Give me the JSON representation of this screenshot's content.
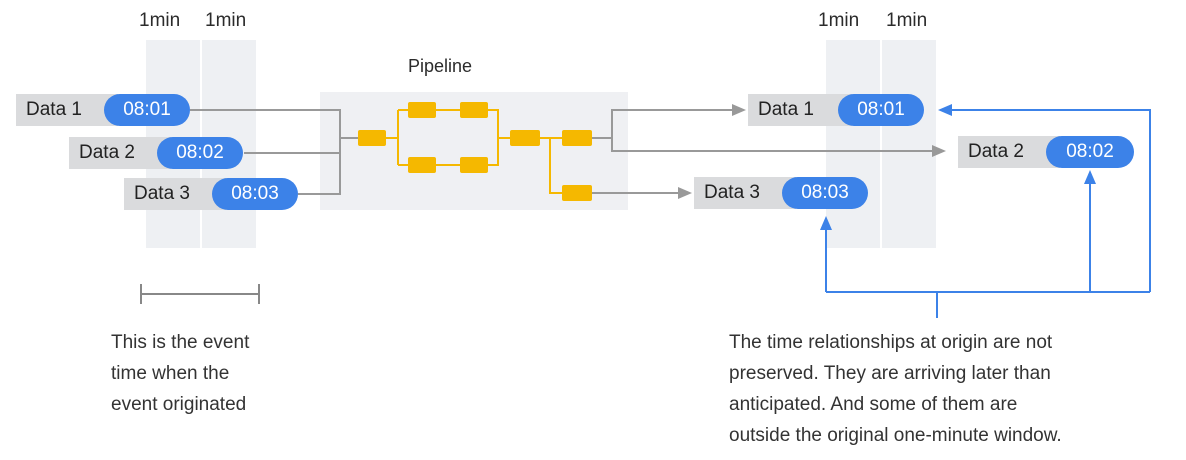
{
  "diagram": {
    "pipeline_label": "Pipeline",
    "window_label": "1min",
    "origin_tags": [
      {
        "label": "Data 1",
        "time": "08:01"
      },
      {
        "label": "Data 2",
        "time": "08:02"
      },
      {
        "label": "Data 3",
        "time": "08:03"
      }
    ],
    "arrival_tags": [
      {
        "label": "Data 1",
        "time": "08:01"
      },
      {
        "label": "Data 2",
        "time": "08:02"
      },
      {
        "label": "Data 3",
        "time": "08:03"
      }
    ],
    "left_caption": [
      "This is the event",
      "time when the",
      "event originated"
    ],
    "right_caption": [
      "The time relationships at origin are not",
      "preserved. They are arriving later than",
      "anticipated. And some of them are",
      "outside the original one-minute window."
    ],
    "colors": {
      "pill": "#3c82e8",
      "pipeline_node": "#f5b800",
      "window_bg": "#eef0f3",
      "label_bg": "#dadbdd",
      "flow_line": "#999999",
      "highlight_line": "#3c82e8"
    }
  }
}
